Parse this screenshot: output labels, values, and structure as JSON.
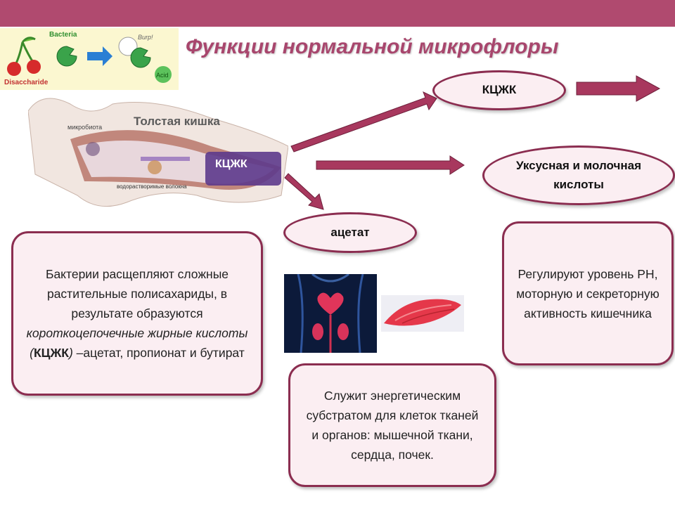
{
  "title": "Функции нормальной микрофлоры",
  "corner_image": {
    "label_bacteria": "Bacteria",
    "label_disaccharide": "Disaccharide",
    "label_burp": "Burp!",
    "label_acid": "Acid"
  },
  "intestine": {
    "title": "Толстая кишка",
    "label_microbiota": "микробиота",
    "label_fiber": "водорастворимые волокна",
    "label_kczk": "КЦЖК"
  },
  "nodes": {
    "kczk": "КЦЖК",
    "acetic_lactic": "Уксусная и молочная кислоты",
    "acetate": "ацетат"
  },
  "boxes": {
    "bacteria": {
      "part1": "Бактерии расщепляют сложные растительные полисахариды, в результате образуются ",
      "italic1": "короткоцепочечные жирные кислоты (",
      "bold": "КЦЖК",
      "italic2": ")",
      "part2": " –ацетат, пропионат и бутират"
    },
    "regulate": "Регулируют уровень РН, моторную и секреторную активность кишечника",
    "energy": "Служит энергетическим субстратом для клеток тканей и органов: мышечной ткани, сердца, почек."
  },
  "colors": {
    "topbar": "#b04a6f",
    "title": "#a8466d",
    "border": "#8b2d50",
    "fill": "#fbeef2",
    "arrow": "#a8385e"
  }
}
